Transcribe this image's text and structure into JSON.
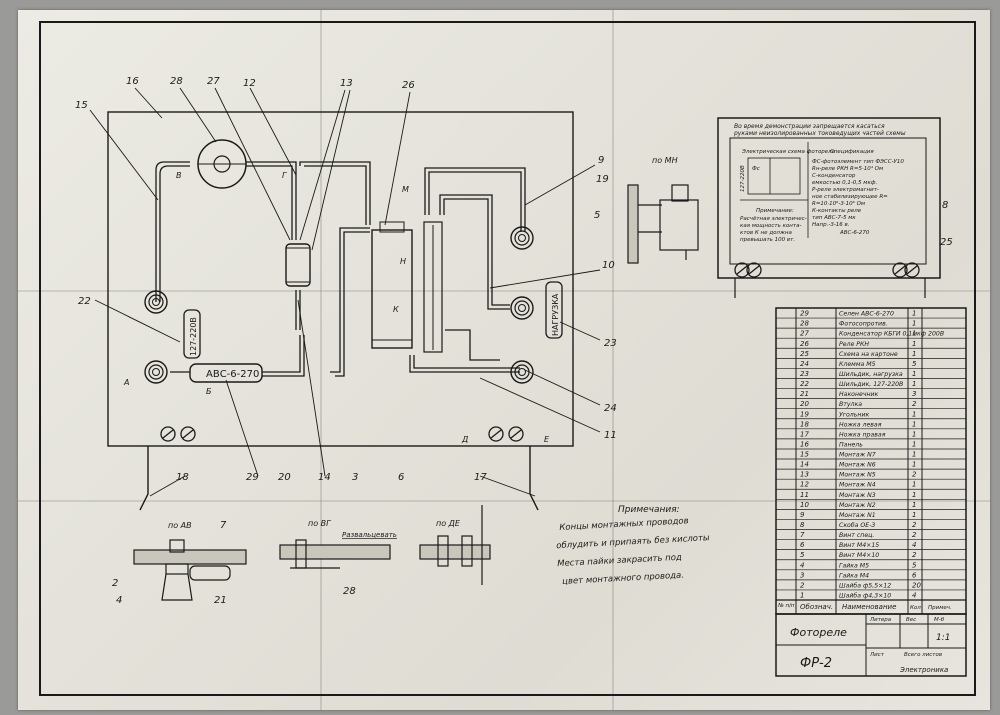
{
  "refs": {
    "n16": "16",
    "n28": "28",
    "n27": "27",
    "n12": "12",
    "n13": "13",
    "n26": "26",
    "n15": "15",
    "n9": "9",
    "n19": "19",
    "n5": "5",
    "n10": "10",
    "n22": "22",
    "n23": "23",
    "n24": "24",
    "n11": "11",
    "n18": "18",
    "n29": "29",
    "n20": "20",
    "n14": "14",
    "n3": "3",
    "n6": "6",
    "n17": "17",
    "n7": "7",
    "n2": "2",
    "n4": "4",
    "n21": "21",
    "n8": "8",
    "n25": "25"
  },
  "points": {
    "a": "А",
    "b": "Б",
    "v": "В",
    "g": "Г",
    "d": "Д",
    "e": "Е",
    "m": "М",
    "n": "Н",
    "k": "К"
  },
  "components": {
    "selenium": "АВС-6-270",
    "lamp": "127-220В",
    "load": "НАГРУЗКА"
  },
  "views": {
    "mn": "по МН",
    "av": "по АВ",
    "vg": "по ВГ",
    "de": "по ДЕ",
    "razvaltsevat": "Развальцевать"
  },
  "notes": {
    "title": "Примечания:",
    "lines": [
      "Концы монтажных проводов",
      "облудить и припаять без кислоты",
      "Места пайки закрасить под",
      "цвет монтажного провода."
    ]
  },
  "placard": {
    "warning": [
      "Во время демонстрации запрещается касаться",
      "руками неизолированных токоведущих частей схемы"
    ],
    "schema_title": "Электрическая схема фотореле",
    "mains": "127-220В",
    "fe": "Фс",
    "note_title": "Примечание:",
    "note_lines": [
      "Расчётная электричес-",
      "кая мощность конта-",
      "ктов К не должна",
      "превышать 100 вт."
    ],
    "spec_title": "Спецификация",
    "spec_lines": [
      "ФС-фотоэлемент тип ФЭСС-У10",
      "Rн-реле РКН R=5·10⁴ Ом",
      "С-конденсатор",
      "емкостью 0,1-0,5 мкф.",
      "Р-реле электромагнит-",
      "ное стабилизирующее R=",
      "R=10·10⁶-3·10⁶ Ом",
      "К-контакты реле",
      "тип АВС-7-5 мк",
      "Напр.-3-16 в."
    ],
    "spec_model": "АВС-6-270"
  },
  "parts": {
    "headers": {
      "pos": "№ п/п",
      "code": "Обознач.",
      "name": "Наименование",
      "qty": "Кол",
      "note": "Примеч."
    },
    "rows": [
      {
        "pos": "29",
        "name": "Селен АВС-6-270",
        "qty": "1"
      },
      {
        "pos": "28",
        "name": "Фотосопротив.",
        "qty": "1"
      },
      {
        "pos": "27",
        "name": "Конденсатор КБГИ 0,1мкф 200В",
        "qty": "1"
      },
      {
        "pos": "26",
        "name": "Реле РКН",
        "qty": "1"
      },
      {
        "pos": "25",
        "name": "Схема на картоне",
        "qty": "1"
      },
      {
        "pos": "24",
        "name": "Клемма М5",
        "qty": "5"
      },
      {
        "pos": "23",
        "name": "Шильдик, нагрузка",
        "qty": "1"
      },
      {
        "pos": "22",
        "name": "Шильдик, 127-220В",
        "qty": "1"
      },
      {
        "pos": "21",
        "name": "Наконечник",
        "qty": "3"
      },
      {
        "pos": "20",
        "name": "Втулка",
        "qty": "2"
      },
      {
        "pos": "19",
        "name": "Угольник",
        "qty": "1"
      },
      {
        "pos": "18",
        "name": "Ножка левая",
        "qty": "1"
      },
      {
        "pos": "17",
        "name": "Ножка правая",
        "qty": "1"
      },
      {
        "pos": "16",
        "name": "Панель",
        "qty": "1"
      },
      {
        "pos": "15",
        "name": "Монтаж N7",
        "qty": "1"
      },
      {
        "pos": "14",
        "name": "Монтаж N6",
        "qty": "1"
      },
      {
        "pos": "13",
        "name": "Монтаж N5",
        "qty": "2"
      },
      {
        "pos": "12",
        "name": "Монтаж N4",
        "qty": "1"
      },
      {
        "pos": "11",
        "name": "Монтаж N3",
        "qty": "1"
      },
      {
        "pos": "10",
        "name": "Монтаж N2",
        "qty": "1"
      },
      {
        "pos": "9",
        "name": "Монтаж N1",
        "qty": "1"
      },
      {
        "pos": "8",
        "name": "Скоба ОЕ-3",
        "qty": "2"
      },
      {
        "pos": "7",
        "name": "Винт спец.",
        "qty": "2"
      },
      {
        "pos": "6",
        "name": "Винт М4×15",
        "qty": "4"
      },
      {
        "pos": "5",
        "name": "Винт М4×10",
        "qty": "2"
      },
      {
        "pos": "4",
        "name": "Гайка М5",
        "qty": "5"
      },
      {
        "pos": "3",
        "name": "Гайка М4",
        "qty": "6"
      },
      {
        "pos": "2",
        "name": "Шайба ф5,5×12",
        "qty": "20"
      },
      {
        "pos": "1",
        "name": "Шайба ф4,3×10",
        "qty": "4"
      }
    ]
  },
  "titleblock": {
    "name": "Фотореле",
    "code": "ФР-2",
    "h_litera": "Литера",
    "h_ves": "Вес",
    "h_masshtab": "М-б",
    "masshtab": "1:1",
    "h_list": "Лист",
    "h_vsego": "Всего листов",
    "org": "Электроника"
  },
  "colors": {
    "ink": "#1a1a1a",
    "paper": "#e8e6df"
  }
}
